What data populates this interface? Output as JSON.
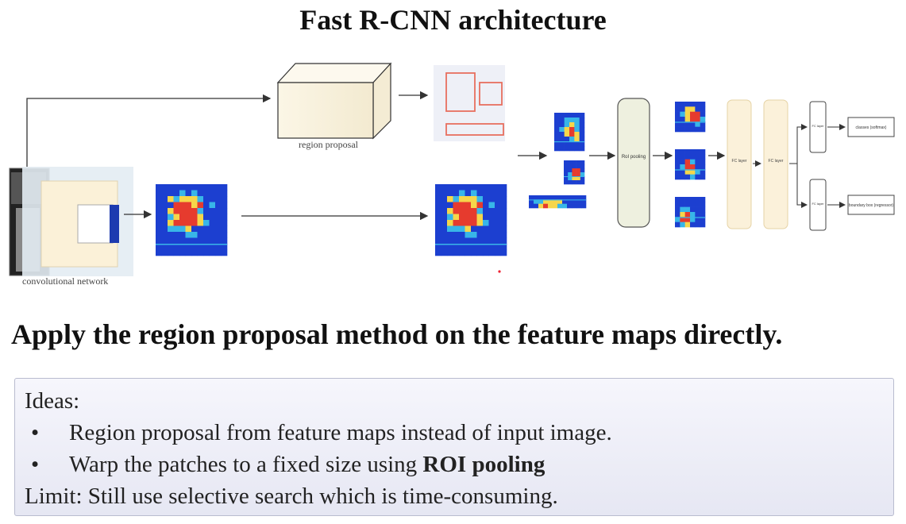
{
  "title": "Fast R-CNN architecture",
  "diagram": {
    "labels": {
      "region_proposal": "region proposal",
      "conv_network": "convolutional network",
      "roi_pooling": "RoI pooling",
      "fc_layer": "FC layer",
      "fc_small": "FC layer",
      "classes": "classes (softmax)",
      "bbox": "boundary box (regressor)"
    },
    "colors": {
      "heat_low": "#1c3fd0",
      "heat_mid": "#38b6e8",
      "heat_high": "#f6d64a",
      "heat_peak": "#e63b2e",
      "box_fill": "#fbf3de",
      "proposal_red": "#e8705f"
    }
  },
  "headline": "Apply the region proposal method on the feature maps directly.",
  "ideas": {
    "heading": "Ideas:",
    "bullet_symbol": "•",
    "bullets": [
      {
        "text": "Region proposal from feature maps instead of input image.",
        "bold": ""
      },
      {
        "text": "Warp the patches to a fixed size using ",
        "bold": "ROI pooling"
      }
    ],
    "limit": "Limit: Still use selective search which is time-consuming."
  }
}
